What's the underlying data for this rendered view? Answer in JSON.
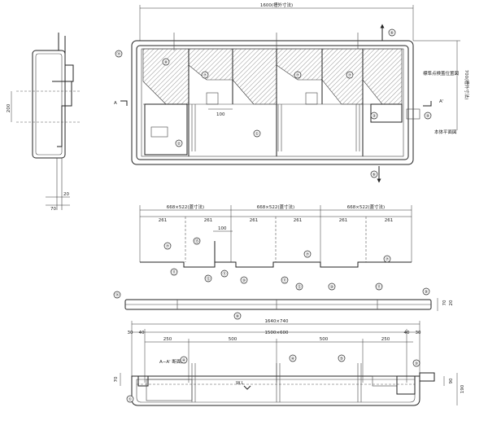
{
  "top_view": {
    "overall_width": "1600(槽外寸法)",
    "overall_depth": "700(槽外寸法)",
    "baffle_dim": "100",
    "section_marker_left": "A",
    "section_marker_right": "A'",
    "label_standard_point": "標準点検蓋位置図",
    "label_plan": "本体平面図",
    "side_dim_200": "200",
    "side_dim_20": "20",
    "side_dim_70": "70"
  },
  "cover_view": {
    "span_label": "668×522(蓋寸法)",
    "sub_dim": "261",
    "baffle_dim": "100"
  },
  "bar_view": {
    "label_70": "70",
    "label_20": "20"
  },
  "section_view": {
    "overall": "1640×740",
    "inner": "1500×600",
    "dim_30": "30",
    "dim_40": "40",
    "dim_250": "250",
    "dim_500": "500",
    "section_label": "A−A' 断面図",
    "water_level": "W.L",
    "dim_90": "90",
    "dim_190": "190",
    "dim_70": "70"
  },
  "bubbles": {
    "n1": "①",
    "n2": "②",
    "n3": "③",
    "n4": "④",
    "n5": "⑤",
    "n6": "⑥",
    "n7": "⑦",
    "n8": "⑧",
    "n9": "⑨",
    "n10": "⑩",
    "n11": "⑪",
    "n12": "⑫",
    "n13": "⑬",
    "n14": "⑭",
    "n15": "⑮"
  }
}
